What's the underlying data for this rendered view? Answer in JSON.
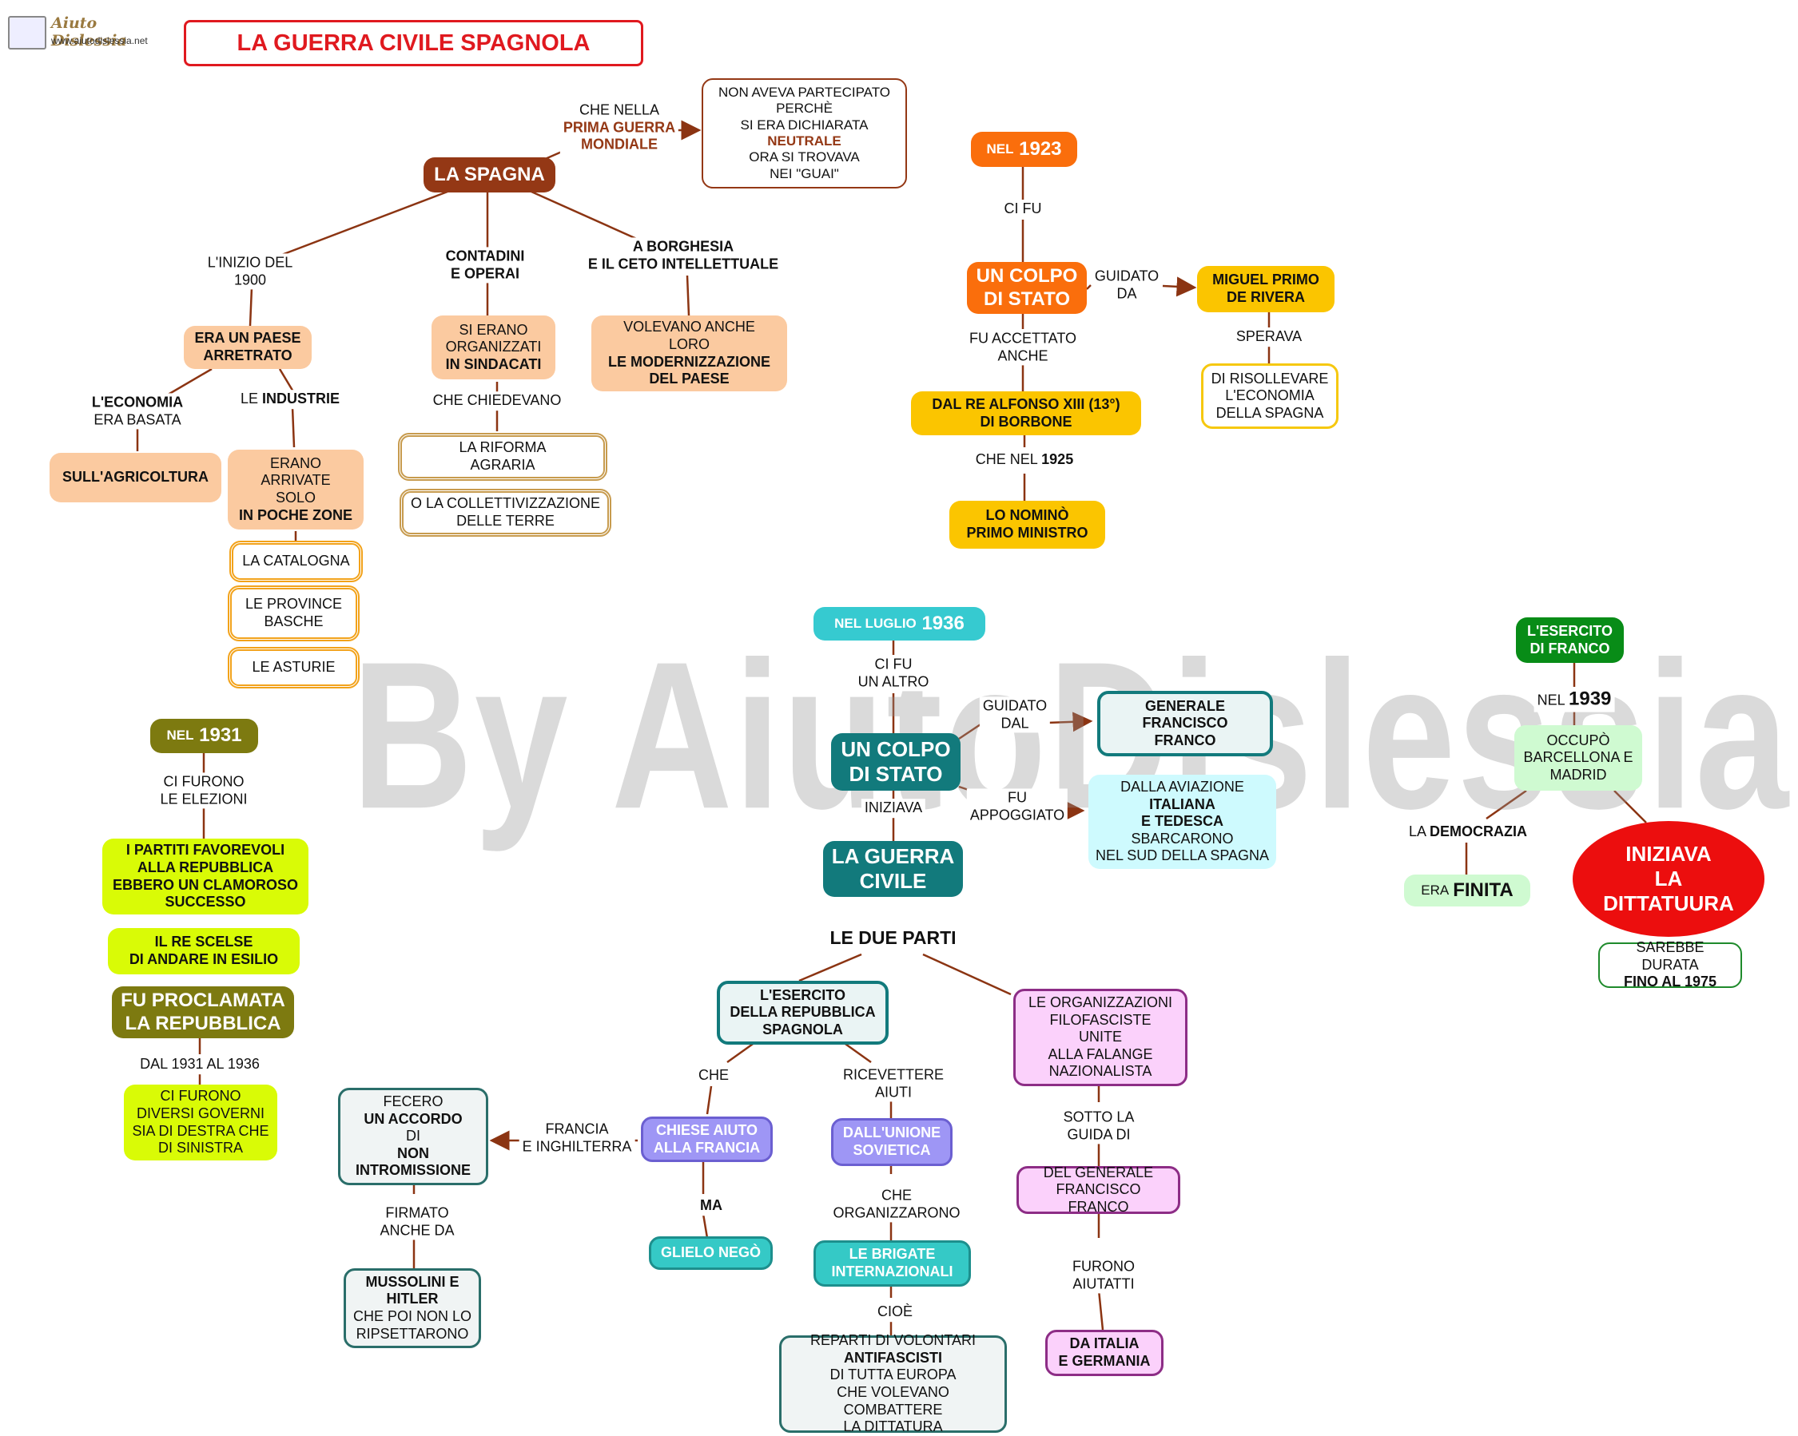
{
  "header": {
    "logo_title": "Aiuto Dislessia",
    "logo_url": "www.aiutodislessia.net",
    "title": "LA GUERRA CIVILE SPAGNOLA",
    "watermark": "By AiutoDislessia.net"
  },
  "nodes": {
    "spagna": "LA SPAGNA",
    "non_partecipato": [
      "NON AVEVA  PARTECIPATO",
      "PERCHÈ",
      "SI ERA DICHIARATA",
      "NEUTRALE",
      "ORA  SI TROVAVA",
      "NEI \"GUAI\""
    ],
    "arretrato": [
      "ERA UN PAESE",
      "ARRETRATO"
    ],
    "sindacati": [
      "SI ERANO",
      "ORGANIZZATI",
      "IN SINDACATI"
    ],
    "modernizzazione": [
      "VOLEVANO ANCHE",
      "LORO",
      "LE MODERNIZZAZIONE",
      "DEL PAESE"
    ],
    "agricoltura": "SULL'AGRICOLTURA",
    "poche_zone": [
      "ERANO",
      "ARRIVATE",
      "SOLO",
      "IN POCHE ZONE"
    ],
    "riforma": [
      "LA RIFORMA",
      "AGRARIA"
    ],
    "collettivizzazione": [
      "O LA COLLETTIVIZZAZIONE",
      "DELLE TERRE"
    ],
    "catalogna": "LA CATALOGNA",
    "basche": [
      "LE PROVINCE",
      "BASCHE"
    ],
    "asturie": "LE ASTURIE",
    "nel_1923": [
      "NEL",
      "1923"
    ],
    "colpo_1923": [
      "UN COLPO",
      "DI STATO"
    ],
    "primo_rivera": [
      "MIGUEL PRIMO",
      "DE RIVERA"
    ],
    "risollevare": [
      "DI RISOLLEVARE",
      "L'ECONOMIA",
      "DELLA SPAGNA"
    ],
    "alfonso": [
      "DAL RE ALFONSO XIII (13°)",
      "DI BORBONE"
    ],
    "nomino": [
      "LO NOMINÒ",
      "PRIMO MINISTRO"
    ],
    "luglio_1936": [
      "NEL LUGLIO",
      "1936"
    ],
    "colpo_1936": [
      "UN COLPO",
      "DI STATO"
    ],
    "franco_gen": [
      "GENERALE",
      "FRANCISCO",
      "FRANCO"
    ],
    "aviazione": [
      "DALLA AVIAZIONE",
      "ITALIANA",
      "E TEDESCA",
      "SBARCARONO",
      "NEL SUD DELLA SPAGNA"
    ],
    "guerra_civile": [
      "LA GUERRA",
      "CIVILE"
    ],
    "due_parti": "LE DUE PARTI",
    "esercito_rep": [
      "L'ESERCITO",
      "DELLA REPUBBLICA",
      "SPAGNOLA"
    ],
    "filofasciste": [
      "LE ORGANIZZAZIONI",
      "FILOFASCISTE",
      "UNITE",
      "ALLA FALANGE",
      "NAZIONALISTA"
    ],
    "chiese_aiuto": [
      "CHIESE AIUTO",
      "ALLA FRANCIA"
    ],
    "unione_sov": [
      "DALL'UNIONE",
      "SOVIETICA"
    ],
    "accordo": [
      "FECERO",
      "UN ACCORDO",
      "DI",
      "NON",
      "INTROMISSIONE"
    ],
    "glielo": "GLIELO NEGÒ",
    "brigate": [
      "LE BRIGATE",
      "INTERNAZIONALI"
    ],
    "volontari": [
      "REPARTI DI VOLONTARI",
      "ANTIFASCISTI",
      "DI TUTTA EUROPA",
      "CHE VOLEVANO COMBATTERE",
      "LA DITTATURA"
    ],
    "mussolini": [
      "MUSSOLINI E",
      "HITLER",
      "CHE POI NON LO",
      "RIPSETTARONO"
    ],
    "gen_franco2": [
      "DEL GENERALE",
      "FRANCISCO FRANCO"
    ],
    "italia_germ": [
      "DA ITALIA",
      "E GERMANIA"
    ],
    "nel_1931": [
      "NEL",
      "1931"
    ],
    "partiti": [
      "I PARTITI FAVOREVOLI",
      "ALLA REPUBBLICA",
      "EBBERO UN CLAMOROSO",
      "SUCCESSO"
    ],
    "esilio": [
      "IL RE SCELSE",
      "DI  ANDARE IN ESILIO"
    ],
    "repubblica": [
      "FU PROCLAMATA",
      "LA REPUBBLICA"
    ],
    "governi": [
      "CI FURONO",
      "DIVERSI GOVERNI",
      "SIA DI DESTRA CHE",
      "DI SINISTRA"
    ],
    "esercito_franco": [
      "L'ESERCITO",
      "DI FRANCO"
    ],
    "occupo": [
      "OCCUPÒ",
      "BARCELLONA E",
      "MADRID"
    ],
    "finita": [
      "ERA",
      "FINITA"
    ],
    "dittatura": [
      "INIZIAVA",
      "LA",
      "DITTATUURA"
    ],
    "fino_1975": [
      "SAREBBE DURATA",
      "FINO AL 1975"
    ]
  },
  "labels": {
    "prima_guerra": [
      "CHE NELLA",
      "PRIMA GUERRA",
      "MONDIALE"
    ],
    "inizio_1900": [
      "L'INIZIO DEL",
      "1900"
    ],
    "contadini": [
      "CONTADINI",
      "E OPERAI"
    ],
    "borghesia": [
      "A BORGHESIA",
      "E IL CETO INTELLETTUALE"
    ],
    "economia": [
      "L'ECONOMIA",
      "ERA BASATA"
    ],
    "industrie": [
      "LE",
      "INDUSTRIE"
    ],
    "chiedevano": "CHE CHIEDEVANO",
    "ci_fu": "CI FU",
    "guidato_da": [
      "GUIDATO",
      "DA"
    ],
    "sperava": "SPERAVA",
    "accettato": [
      "FU ACCETTATO",
      "ANCHE"
    ],
    "che_nel_1925": [
      "CHE NEL",
      "1925"
    ],
    "ci_fu_altro": [
      "CI FU",
      "UN ALTRO"
    ],
    "guidato_dal": [
      "GUIDATO",
      "DAL"
    ],
    "fu_appoggiato": [
      "FU",
      "APPOGGIATO"
    ],
    "iniziava": "INIZIAVA",
    "che": "CHE",
    "ricevettere": [
      "RICEVETTERE",
      "AIUTI"
    ],
    "francia_ingh": [
      "FRANCIA",
      "E INGHILTERRA"
    ],
    "ma": "MA",
    "organizzarono": [
      "CHE",
      "ORGANIZZARONO"
    ],
    "cioe": "CIOÈ",
    "firmato": [
      "FIRMATO",
      "ANCHE DA"
    ],
    "sotto_guida": [
      "SOTTO LA",
      "GUIDA DI"
    ],
    "furono_aiutati": [
      "FURONO",
      "AIUTATTI"
    ],
    "elezioni": [
      "CI FURONO",
      "LE ELEZIONI"
    ],
    "dal_1931": "DAL 1931 AL 1936",
    "nel_1939": [
      "NEL",
      "1939"
    ],
    "democrazia": [
      "LA",
      "DEMOCRAZIA"
    ]
  },
  "colors": {
    "title_red": "#e0191f",
    "brown": "#943815",
    "orange": "#fa6e0c",
    "yellow": "#fbc500",
    "teal": "#127a7c",
    "olive": "#7d7a10",
    "green": "#088c17",
    "red": "#ec0e0e",
    "connector": "#8b3412"
  }
}
